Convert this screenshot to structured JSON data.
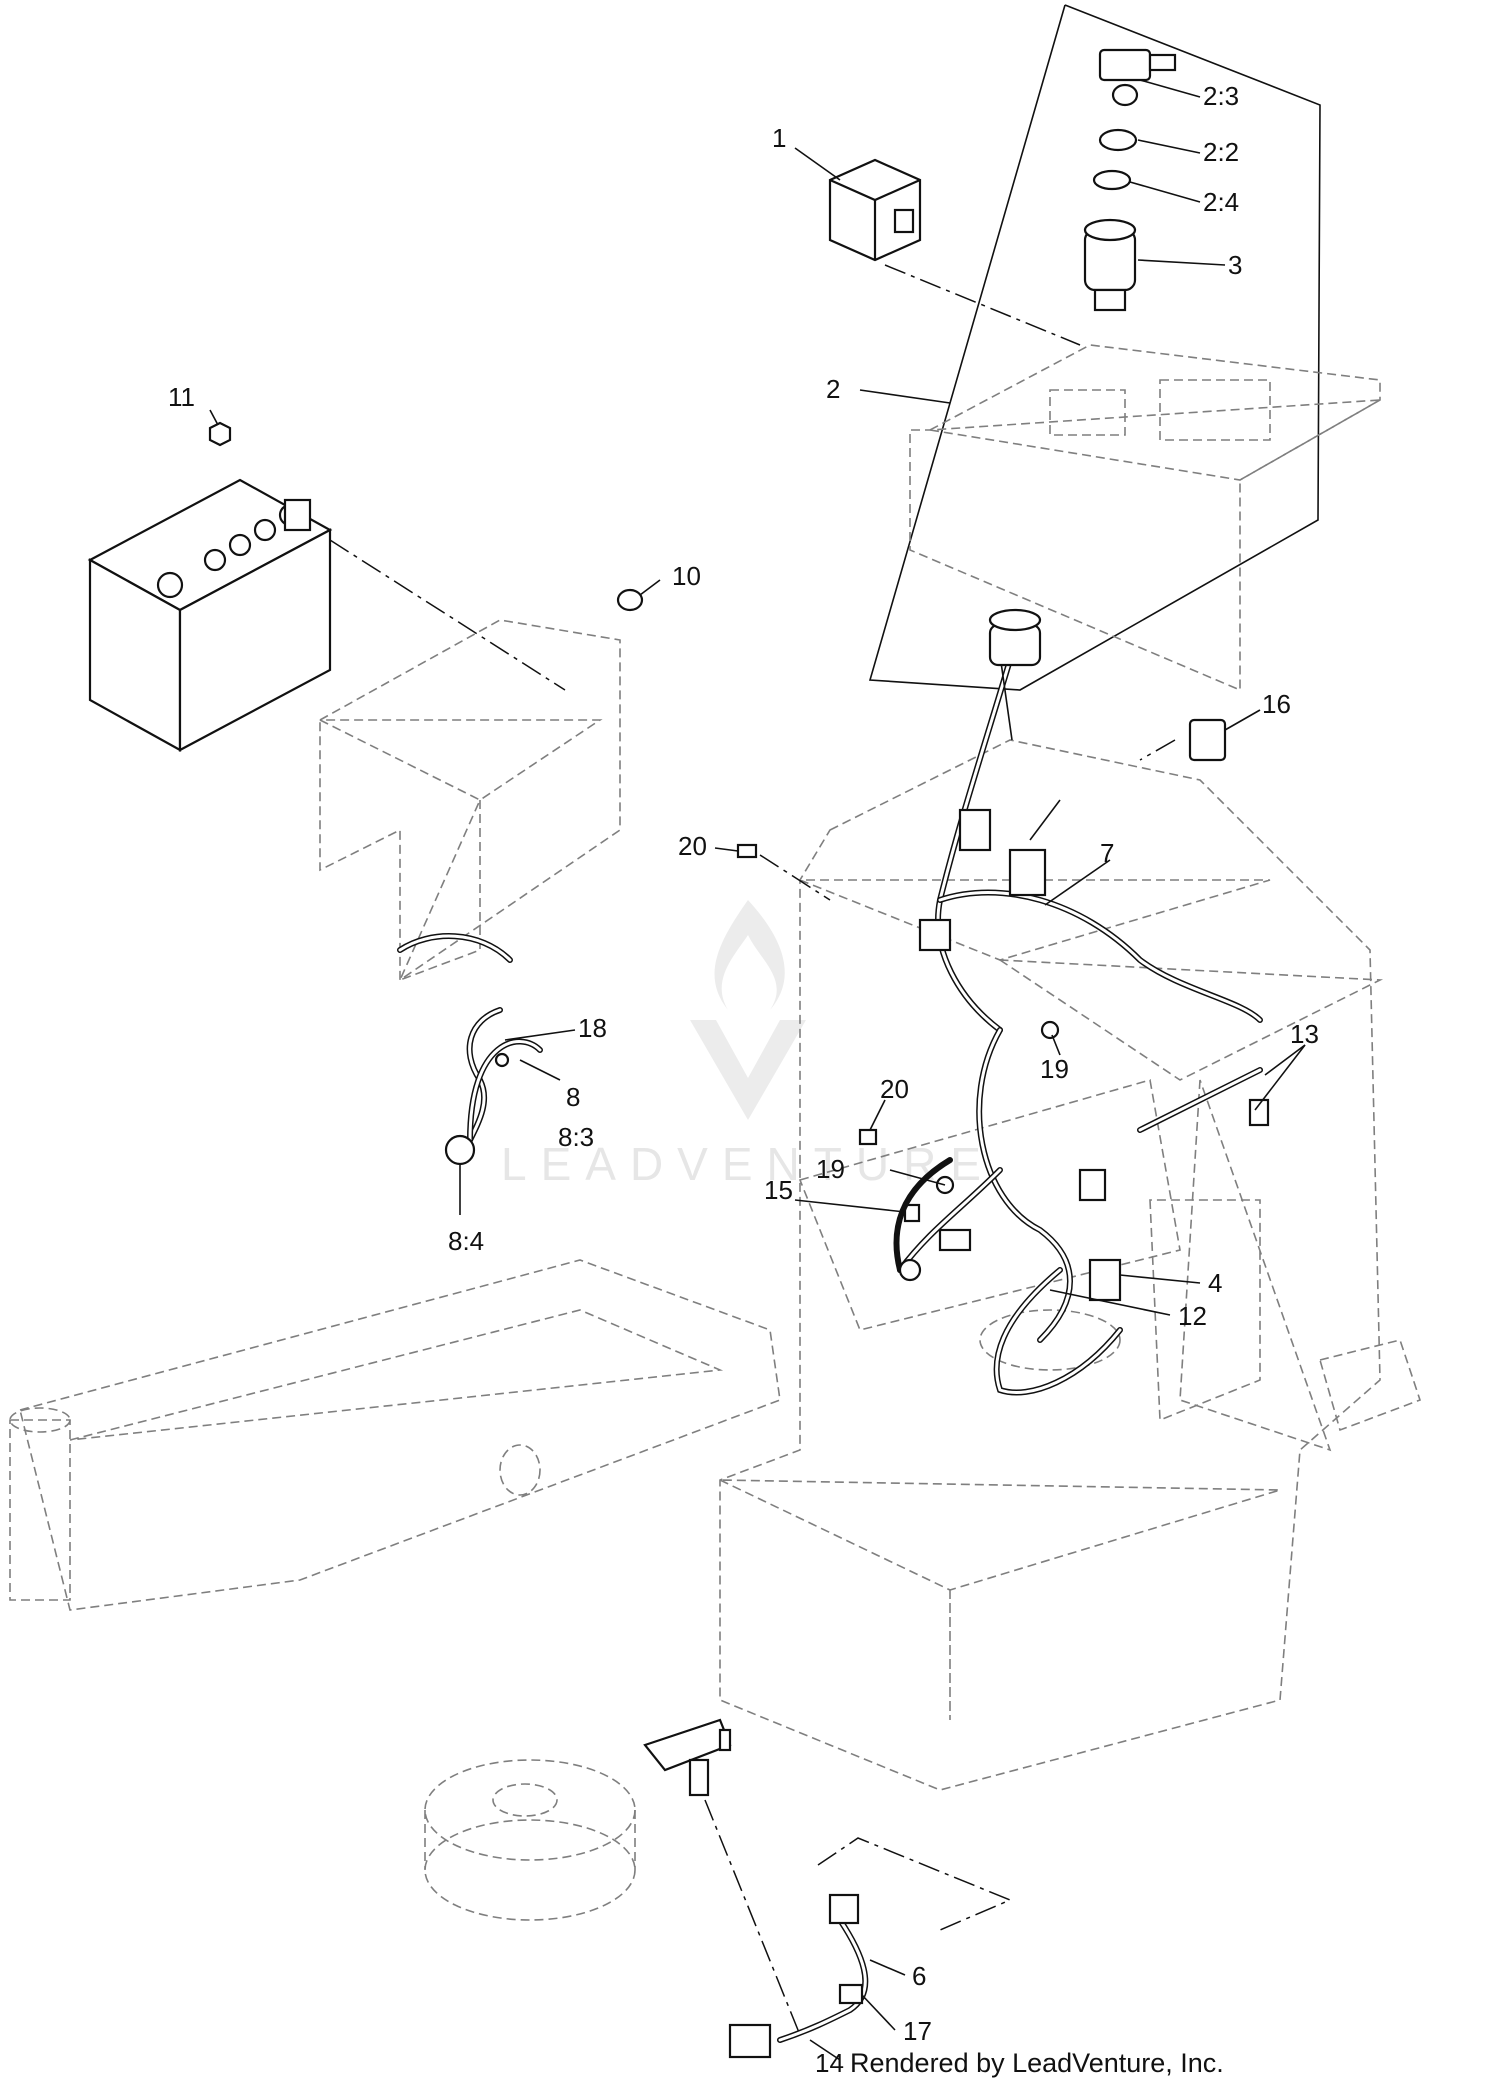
{
  "diagram": {
    "callouts": [
      {
        "id": "c1",
        "text": "1"
      },
      {
        "id": "c2-3",
        "text": "2:3"
      },
      {
        "id": "c2-2",
        "text": "2:2"
      },
      {
        "id": "c2-4",
        "text": "2:4"
      },
      {
        "id": "c3",
        "text": "3"
      },
      {
        "id": "c2",
        "text": "2"
      },
      {
        "id": "c11",
        "text": "11"
      },
      {
        "id": "c10",
        "text": "10"
      },
      {
        "id": "c16",
        "text": "16"
      },
      {
        "id": "c20a",
        "text": "20"
      },
      {
        "id": "c7",
        "text": "7"
      },
      {
        "id": "c18",
        "text": "18"
      },
      {
        "id": "c8",
        "text": "8"
      },
      {
        "id": "c8-3",
        "text": "8:3"
      },
      {
        "id": "c8-4",
        "text": "8:4"
      },
      {
        "id": "c20b",
        "text": "20"
      },
      {
        "id": "c19a",
        "text": "19"
      },
      {
        "id": "c13",
        "text": "13"
      },
      {
        "id": "c19b",
        "text": "19"
      },
      {
        "id": "c15",
        "text": "15"
      },
      {
        "id": "c4",
        "text": "4"
      },
      {
        "id": "c12",
        "text": "12"
      },
      {
        "id": "c6",
        "text": "6"
      },
      {
        "id": "c17",
        "text": "17"
      },
      {
        "id": "c14",
        "text": "14"
      }
    ],
    "footer": "Rendered by LeadVenture, Inc.",
    "watermark": "LEADVENTURE"
  }
}
